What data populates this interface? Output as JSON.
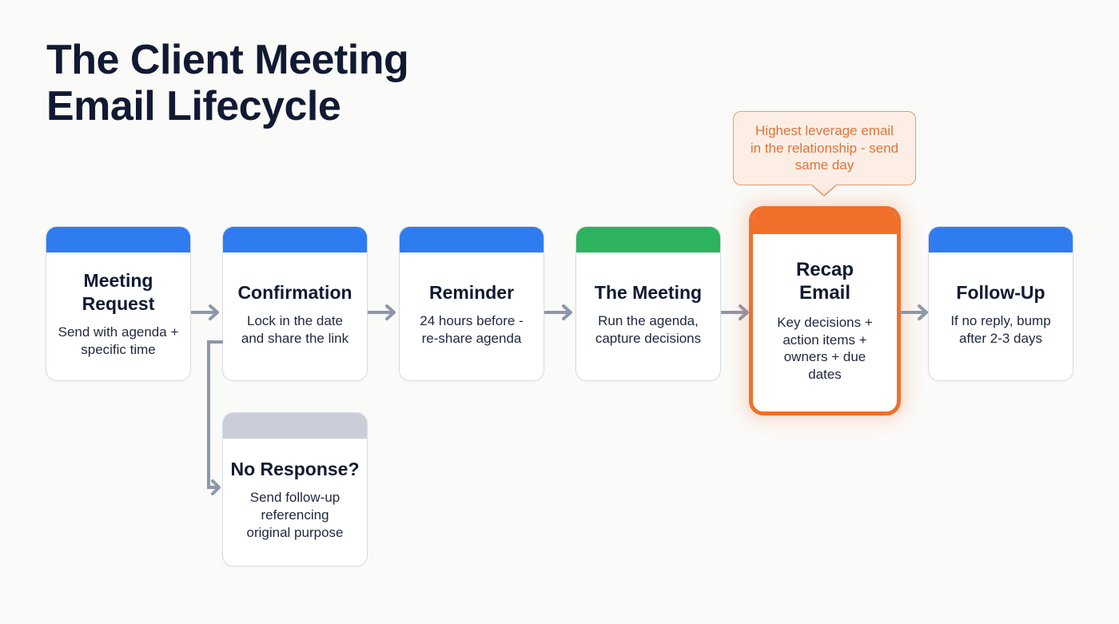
{
  "title": {
    "line1": "The Client Meeting",
    "line2": "Email Lifecycle"
  },
  "colors": {
    "background": "#fafaf8",
    "title_text": "#111a33",
    "step_blue": "#2f7cf0",
    "step_green": "#2db35e",
    "step_gray": "#c9ced8",
    "highlight_orange": "#f26f2a",
    "arrow_gray": "#8d97aa",
    "callout_fill": "#fdeee5",
    "callout_border": "#e69a6c",
    "callout_text": "#e0733a"
  },
  "steps": [
    {
      "title": "Meeting Request",
      "description": "Send with agenda + specific time",
      "color": "blue"
    },
    {
      "title": "Confirmation",
      "description": "Lock in the date and share the link",
      "color": "blue"
    },
    {
      "title": "Reminder",
      "description": "24 hours before - re-share agenda",
      "color": "blue"
    },
    {
      "title": "The Meeting",
      "description": "Run the agenda, capture decisions",
      "color": "green"
    },
    {
      "title": "Recap Email",
      "description": "Key decisions + action items + owners + due dates",
      "color": "orange",
      "highlighted": true
    },
    {
      "title": "Follow-Up",
      "description": "If no reply, bump after 2-3 days",
      "color": "blue"
    }
  ],
  "branch": {
    "from_step": "Confirmation",
    "title": "No Response?",
    "description": "Send follow-up referencing original purpose",
    "color": "gray"
  },
  "callout": {
    "target_step": "Recap Email",
    "text": "Highest leverage email in the relationship - send same day"
  },
  "icons": {
    "flow_arrow": "arrow-right-icon",
    "branch_connector": "elbow-arrow-icon",
    "callout_pointer": "caret-down-icon"
  }
}
